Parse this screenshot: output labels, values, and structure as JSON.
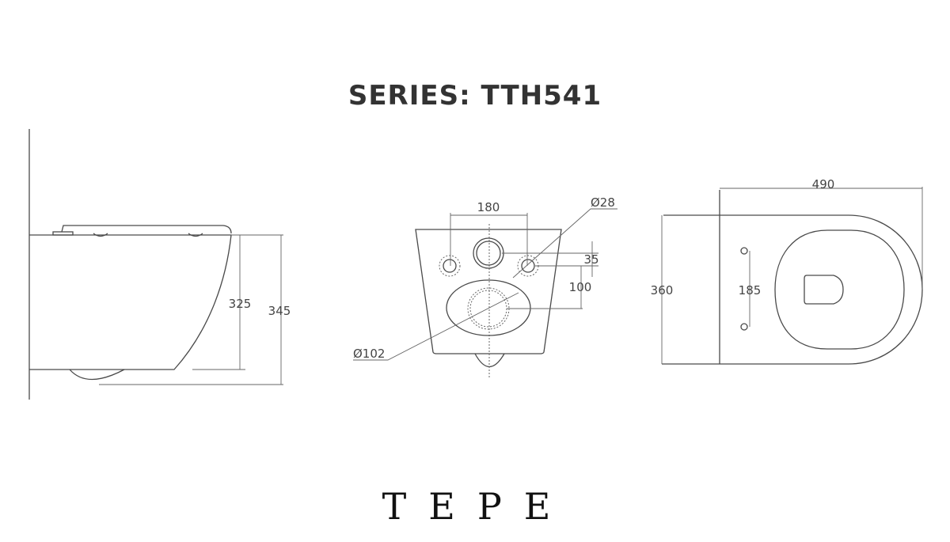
{
  "title": "SERIES: TTH541",
  "brand": "TEPE",
  "side_view": {
    "dim_inner_height": "325",
    "dim_outer_height": "345"
  },
  "front_view": {
    "dim_hole_spacing": "180",
    "dim_hole_diameter": "Ø28",
    "dim_offset_small": "35",
    "dim_offset_outlet": "100",
    "dim_outlet_diameter": "Ø102"
  },
  "top_view": {
    "dim_length": "490",
    "dim_width": "360",
    "dim_fixing_spacing": "185"
  }
}
